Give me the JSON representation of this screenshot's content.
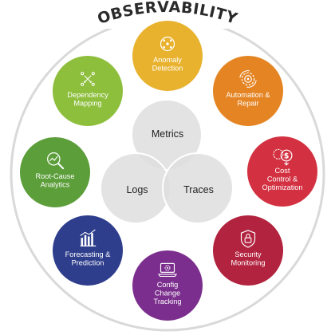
{
  "title": "OBSERVABILITY",
  "center": {
    "metrics": "Metrics",
    "logs": "Logs",
    "traces": "Traces"
  },
  "nodes": [
    {
      "id": "anomaly-detection",
      "lines": [
        "Anomaly",
        "Detection"
      ],
      "color": "#E8B22E",
      "icon": "network-dots-icon"
    },
    {
      "id": "automation-repair",
      "lines": [
        "Automation &",
        "Repair"
      ],
      "color": "#E58423",
      "icon": "gear-cycle-icon"
    },
    {
      "id": "cost-control",
      "lines": [
        "Cost",
        "Control &",
        "Optimization"
      ],
      "color": "#D33141",
      "icon": "dollar-gear-icon"
    },
    {
      "id": "security-monitoring",
      "lines": [
        "Security",
        "Monitoring"
      ],
      "color": "#B2233F",
      "icon": "shield-lock-icon"
    },
    {
      "id": "config-change-tracking",
      "lines": [
        "Config",
        "Change",
        "Tracking"
      ],
      "color": "#7B2E8D",
      "icon": "laptop-gear-icon"
    },
    {
      "id": "forecasting-prediction",
      "lines": [
        "Forecasting &",
        "Prediction"
      ],
      "color": "#2E3E8C",
      "icon": "bar-chart-icon"
    },
    {
      "id": "root-cause-analytics",
      "lines": [
        "Root-Cause",
        "Analytics"
      ],
      "color": "#5C9E3A",
      "icon": "magnifier-chart-icon"
    },
    {
      "id": "dependency-mapping",
      "lines": [
        "Dependency",
        "Mapping"
      ],
      "color": "#8DBE3C",
      "icon": "arrows-flow-icon"
    }
  ]
}
